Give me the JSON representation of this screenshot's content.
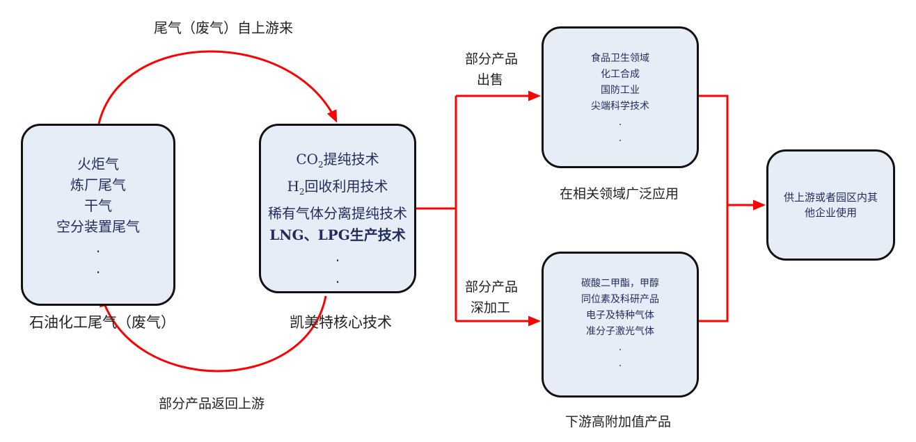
{
  "colors": {
    "arrow": "#ff0000",
    "box_fill": "#e7edf6",
    "box_border": "#111111",
    "box_text": "#1e2d5e"
  },
  "labels": {
    "top_arc": "尾气（废气）自上游来",
    "bottom_arc": "部分产品返回上游",
    "sale_line1": "部分产品",
    "sale_line2": "出售",
    "deep_line1": "部分产品",
    "deep_line2": "深加工"
  },
  "source": {
    "items": [
      "火炬气",
      "炼厂尾气",
      "干气",
      "空分装置尾气"
    ],
    "ellipsis": ".",
    "caption": "石油化工尾气（废气）"
  },
  "core": {
    "item1_prefix": "CO",
    "item1_sub": "2",
    "item1_suffix": "提纯技术",
    "item2_prefix": "H",
    "item2_sub": "2",
    "item2_suffix": "回收利用技术",
    "item3": "稀有气体分离提纯技术",
    "item4": "LNG、LPG生产技术",
    "ellipsis": ".",
    "caption": "凯美特核心技术"
  },
  "applications": {
    "items": [
      "食品卫生领域",
      "化工合成",
      "国防工业",
      "尖端科学技术"
    ],
    "ellipsis": ".",
    "caption": "在相关领域广泛应用"
  },
  "products": {
    "items": [
      "碳酸二甲酯，甲醇",
      "同位素及科研产品",
      "电子及特种气体",
      "准分子激光气体"
    ],
    "ellipsis": ".",
    "caption": "下游高附加值产品"
  },
  "final": {
    "line1": "供上游或者园区内其",
    "line2": "他企业使用"
  }
}
